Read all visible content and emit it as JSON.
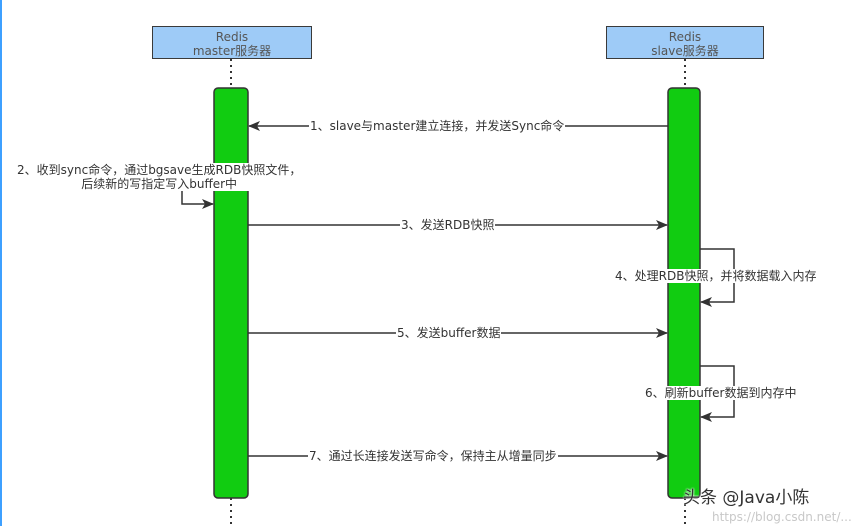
{
  "participants": {
    "master": {
      "line1": "Redis",
      "line2": "master服务器"
    },
    "slave": {
      "line1": "Redis",
      "line2": "slave服务器"
    }
  },
  "messages": [
    {
      "step": 1,
      "from": "slave",
      "to": "master",
      "text": "1、slave与master建立连接，并发送Sync命令"
    },
    {
      "step": 2,
      "from": "master",
      "to": "master",
      "text_line1": "2、收到sync命令，通过bgsave生成RDB快照文件，",
      "text_line2": "后续新的写指定写入buffer中"
    },
    {
      "step": 3,
      "from": "master",
      "to": "slave",
      "text": "3、发送RDB快照"
    },
    {
      "step": 4,
      "from": "slave",
      "to": "slave",
      "text": "4、处理RDB快照，并将数据载入内存"
    },
    {
      "step": 5,
      "from": "master",
      "to": "slave",
      "text": "5、发送buffer数据"
    },
    {
      "step": 6,
      "from": "slave",
      "to": "slave",
      "text": "6、刷新buffer数据到内存中"
    },
    {
      "step": 7,
      "from": "master",
      "to": "slave",
      "text": "7、通过长连接发送写命令，保持主从增量同步"
    }
  ],
  "watermark": {
    "brand": "头条 @Java小陈",
    "url": "https://blog.csdn.net/..."
  },
  "colors": {
    "participant_fill": "#9ecbf7",
    "activation_fill": "#11cc11",
    "line": "#333333",
    "edge": "#3ea0ff"
  }
}
